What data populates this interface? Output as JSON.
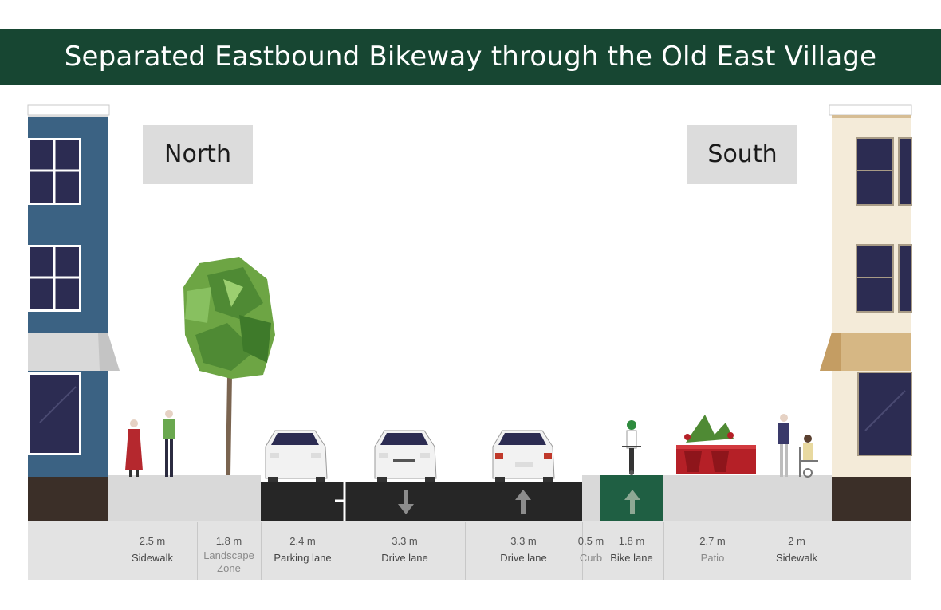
{
  "title": "Separated Eastbound Bikeway through the Old East Village",
  "directions": {
    "north": "North",
    "south": "South"
  },
  "zones": [
    {
      "width": "2.5 m",
      "name": "Sidewalk"
    },
    {
      "width": "1.8 m",
      "name": "Landscape Zone"
    },
    {
      "width": "2.4 m",
      "name": "Parking lane"
    },
    {
      "width": "3.3 m",
      "name": "Drive lane"
    },
    {
      "width": "3.3 m",
      "name": "Drive lane"
    },
    {
      "width": "0.5 m",
      "name": "Curb"
    },
    {
      "width": "1.8 m",
      "name": "Bike lane"
    },
    {
      "width": "2.7 m",
      "name": "Patio"
    },
    {
      "width": "2 m",
      "name": "Sidewalk"
    }
  ],
  "colors": {
    "banner": "#174632",
    "road": "#262626",
    "bike_lane": "#1f5f43",
    "north_building": "#3b6283",
    "south_building": "#f4ebd9"
  }
}
